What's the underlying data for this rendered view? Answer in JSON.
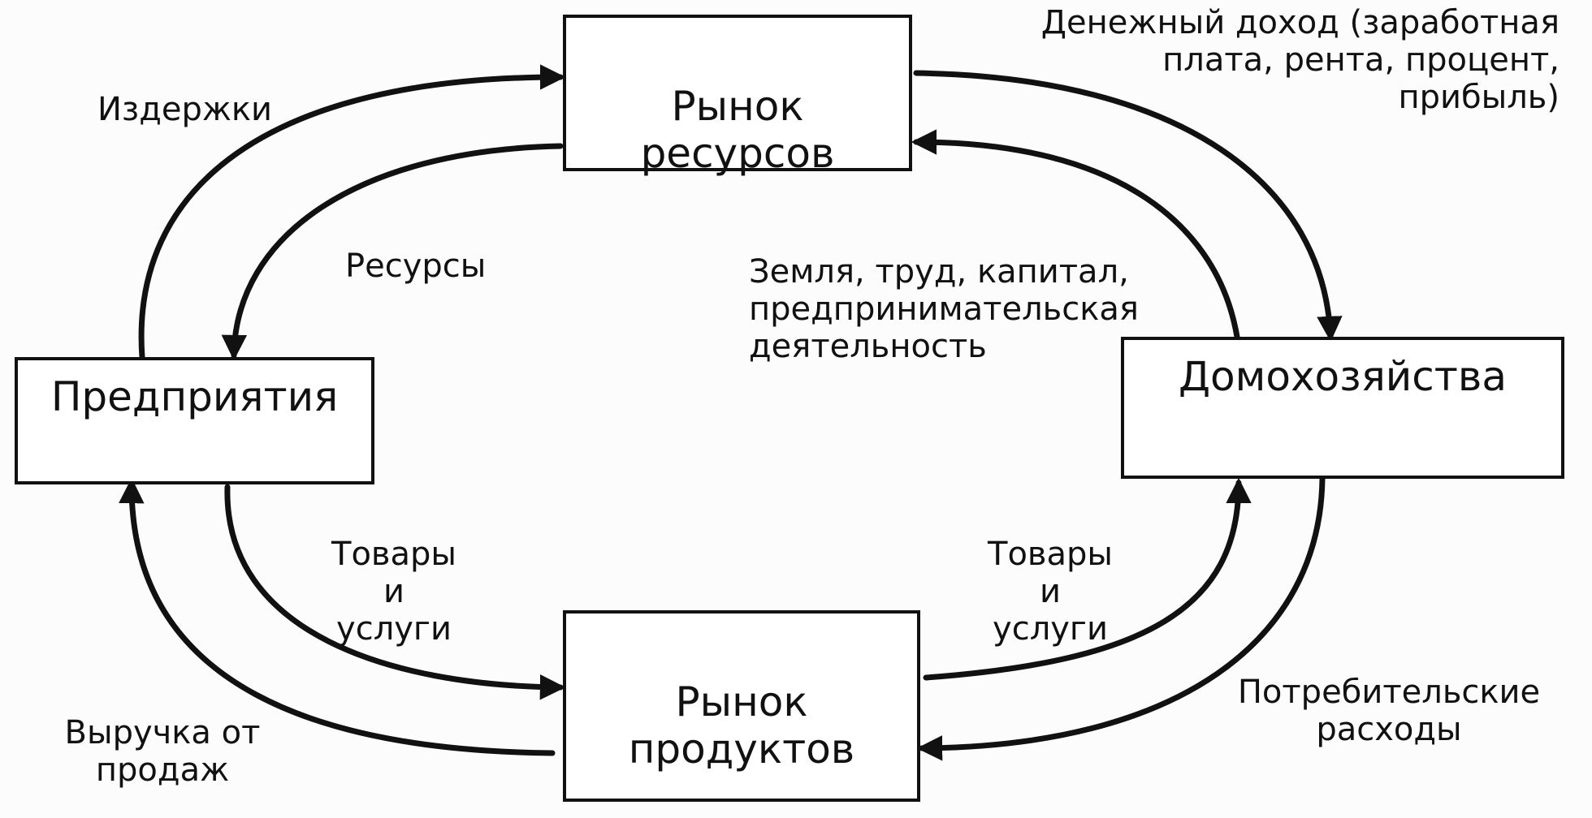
{
  "nodes": {
    "resource_market": "Рынок\nресурсов",
    "product_market": "Рынок\nпродуктов",
    "firms": "Предприятия",
    "households": "Домохозяйства"
  },
  "labels": {
    "costs": "Издержки",
    "money_income": "Денежный доход (заработная\nплата, рента, процент,\nприбыль)",
    "resources": "Ресурсы",
    "factors": "Земля, труд, капитал,\nпредпринимательская\nдеятельность",
    "goods_left": "Товары и\nуслуги",
    "goods_right": "Товары и\nуслуги",
    "revenue": "Выручка от\nпродаж",
    "consumer_spending": "Потребительские\nрасходы"
  }
}
